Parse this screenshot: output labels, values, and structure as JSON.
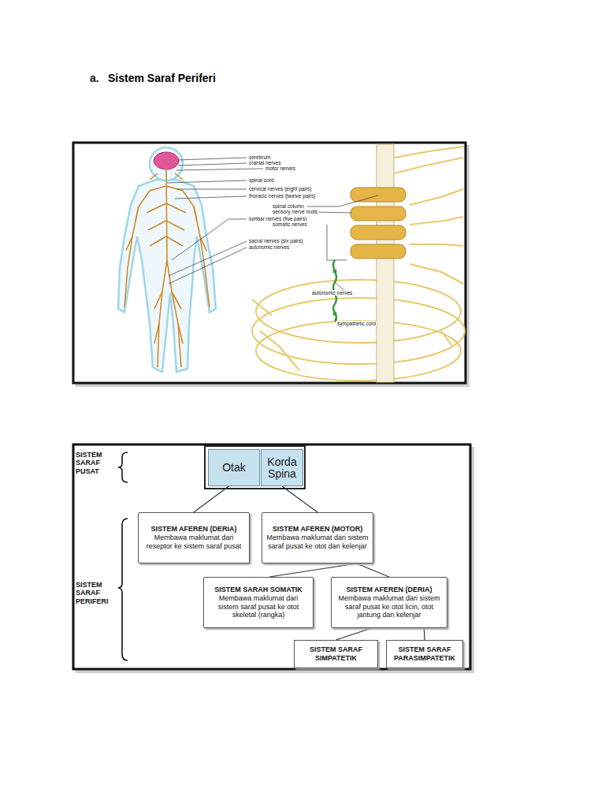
{
  "diagram": {
    "title": "Sistem Saraf Periferi",
    "nodes": [
      {
        "text": [
          "Otak"
        ]
      },
      {
        "text": [
          "Korda Spina"
        ]
      },
      {
        "text": [
          "SISTEM AFEREN (DERIA)",
          "Membawa maklumat dari reseptor ke sistem saraf pusat"
        ]
      },
      {
        "text": [
          "SISTEM AFEREN (MOTOR)",
          "Membawa maklumat dari sistem saraf pusat ke otot dan kelenjar"
        ]
      },
      {
        "text": [
          "SISTEM SARAH SOMATIK",
          "Membawa maklumat dari sistem saraf pusat ke otot skeletal (rangka)"
        ]
      },
      {
        "text": [
          "SISTEM AFEREN (DERIA)",
          "Membawa maklumat dari sistem saraf pusat ke otot licin, otot jantung dan kelenjar"
        ]
      },
      {
        "text": [
          "SISTEM SARAF SIMPATETIK"
        ]
      },
      {
        "text": [
          "SISTEM SARAF PARASIMPATETIK"
        ]
      }
    ],
    "edges": [
      {
        "from": 0,
        "to": 2,
        "arrow": "none"
      },
      {
        "from": 1,
        "to": 3,
        "arrow": "none"
      },
      {
        "from": 3,
        "to": 4,
        "arrow": "none"
      },
      {
        "from": 3,
        "to": 5,
        "arrow": "none"
      },
      {
        "from": 5,
        "to": 6,
        "arrow": "none"
      },
      {
        "from": 5,
        "to": 7,
        "arrow": "none"
      }
    ],
    "labels": [
      "a.",
      "cerebrum",
      "cranial nerves",
      "motor nerves",
      "spinal cord",
      "cervical nerves (eight pairs)",
      "thoracic nerves (twelve pairs)",
      "spinal column",
      "sensory nerve roots",
      "lumbar nerves (five pairs)",
      "somatic nerves",
      "sacral nerves (six pairs)",
      "autonomic nerves",
      "autonomic nerves",
      "sympathetic cord",
      "SISTEM SARAF PUSAT",
      "SISTEM SARAF PERIFERI"
    ]
  }
}
